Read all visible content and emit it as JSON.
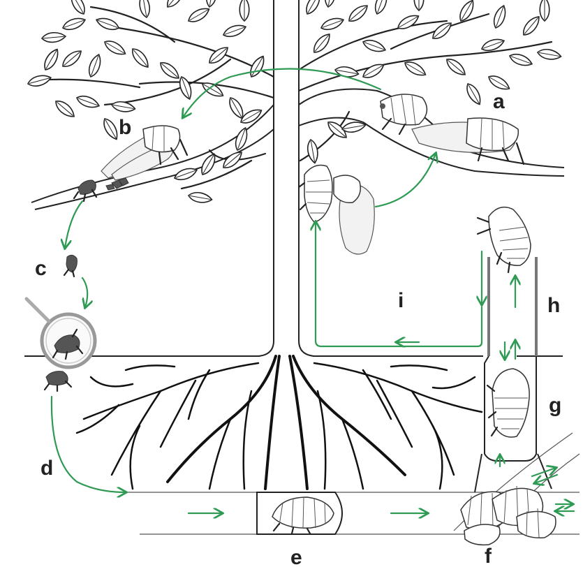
{
  "labels": {
    "a": "a",
    "b": "b",
    "c": "c",
    "d": "d",
    "e": "e",
    "f": "f",
    "g": "g",
    "h": "h",
    "i": "i"
  },
  "colors": {
    "arrow": "#2f9a54",
    "line": "#222222",
    "background": "#ffffff"
  }
}
